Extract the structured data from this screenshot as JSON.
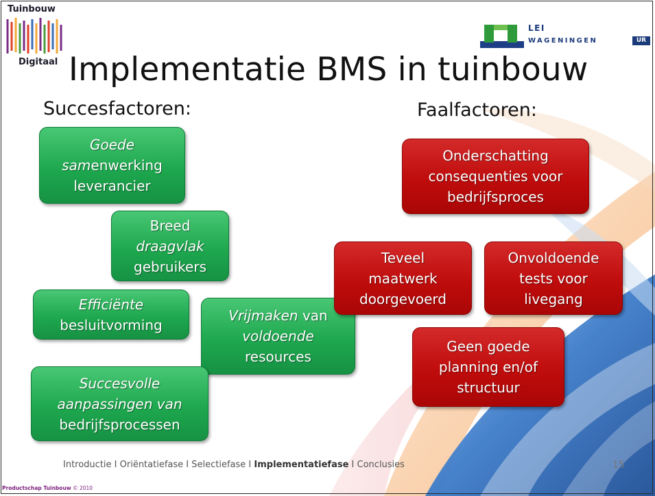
{
  "logos": {
    "left_line1": "Tuinbouw",
    "left_line2": "Digitaal",
    "right_lei": "LEI",
    "right_wageningen": "WAGENINGEN",
    "right_ur": "UR"
  },
  "title": "Implementatie BMS in tuinbouw",
  "success": {
    "heading": "Succesfactoren:",
    "boxes": [
      {
        "lines": [
          {
            "text": "Goede",
            "italic": true
          },
          {
            "text": "samenwerking",
            "italic": false,
            "prefix_italic": "sam",
            "rest": "enwerking"
          },
          {
            "text": "leverancier",
            "italic": false
          }
        ]
      },
      {
        "lines": [
          {
            "text": "Breed",
            "italic": false
          },
          {
            "text": "draagvlak",
            "italic": true
          },
          {
            "text": "gebruikers",
            "italic": false
          }
        ]
      },
      {
        "lines": [
          {
            "text": "Efficiënte",
            "italic": true
          },
          {
            "text": "besluitvorming",
            "italic": false
          }
        ]
      },
      {
        "lines": [
          {
            "text": "Vrijmaken van",
            "italic": false
          },
          {
            "text": "voldoende",
            "italic": true
          },
          {
            "text": "resources",
            "italic": false
          }
        ]
      },
      {
        "lines": [
          {
            "text": "Succesvolle",
            "italic": true
          },
          {
            "text": "aanpassingen van",
            "italic": true
          },
          {
            "text": "bedrijfsprocessen",
            "italic": false
          }
        ]
      }
    ]
  },
  "failure": {
    "heading": "Faalfactoren:",
    "boxes": [
      {
        "lines": [
          {
            "text": "Onderschatting",
            "italic": false
          },
          {
            "text": "consequenties voor",
            "italic": false
          },
          {
            "text": "bedrijfsproces",
            "italic": false
          }
        ]
      },
      {
        "lines": [
          {
            "text": "Teveel",
            "italic": false
          },
          {
            "text": "maatwerk",
            "italic": false
          },
          {
            "text": "doorgevoerd",
            "italic": false
          }
        ]
      },
      {
        "lines": [
          {
            "text": "Onvoldoende",
            "italic": false
          },
          {
            "text": "tests voor",
            "italic": false
          },
          {
            "text": "livegang",
            "italic": false
          }
        ]
      },
      {
        "lines": [
          {
            "text": "Geen goede",
            "italic": false
          },
          {
            "text": "planning en/of",
            "italic": false
          },
          {
            "text": "structuur",
            "italic": false
          }
        ]
      }
    ]
  },
  "footer": {
    "nav_before": "Introductie I Oriëntatiefase I Selectiefase I ",
    "nav_current": "Implementatiefase",
    "nav_after": " I Conclusies",
    "page_number": "15",
    "credit_bold": "Productschap Tuinbouw",
    "credit_rest": " © 2010"
  },
  "colors": {
    "success_box": "#1ea84f",
    "failure_box": "#bf0c0c",
    "background_swoosh_blue": "#2f6bb7",
    "background_swoosh_orange": "#f2a35c"
  }
}
